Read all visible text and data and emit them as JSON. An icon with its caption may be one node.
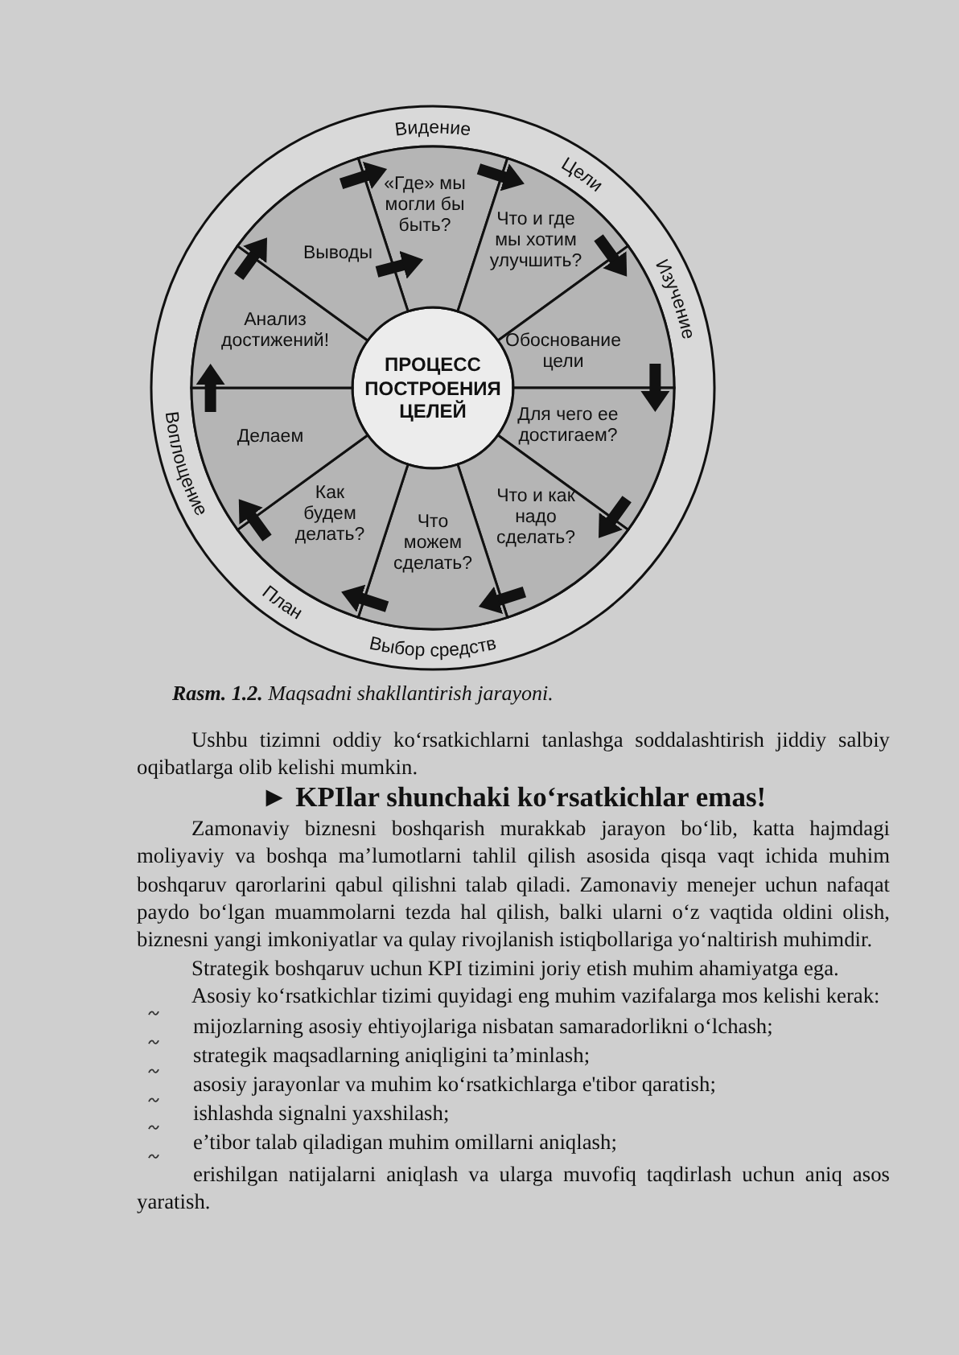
{
  "diagram": {
    "caption": "**Rasm. 1.2.** Maqsadni shakllantirish jarayoni.",
    "nodes": [
      {
        "text": [
          "ПРОЦЕСС ПОСТРОЕНИЯ ЦЕЛЕЙ"
        ]
      },
      {
        "text": [
          "«Где» мы могли бы быть?"
        ]
      },
      {
        "text": [
          "Что и где мы хотим улучшить?"
        ]
      },
      {
        "text": [
          "Обоснование цели"
        ]
      },
      {
        "text": [
          "Для чего ее достигаем?"
        ]
      },
      {
        "text": [
          "Что и как надо сделать?"
        ]
      },
      {
        "text": [
          "Что можем сделать?"
        ]
      },
      {
        "text": [
          "Как будем делать?"
        ]
      },
      {
        "text": [
          "Делаем"
        ]
      },
      {
        "text": [
          "Анализ достижений!"
        ]
      },
      {
        "text": [
          "Выводы"
        ]
      }
    ],
    "edges": [
      {
        "from": 10,
        "to": 1,
        "arrow": "to"
      },
      {
        "from": 10,
        "to": 1,
        "arrow": "to"
      },
      {
        "from": 1,
        "to": 2,
        "arrow": "to"
      },
      {
        "from": 2,
        "to": 3,
        "arrow": "to"
      },
      {
        "from": 3,
        "to": 4,
        "arrow": "to"
      },
      {
        "from": 4,
        "to": 5,
        "arrow": "to"
      },
      {
        "from": 5,
        "to": 6,
        "arrow": "to"
      },
      {
        "from": 6,
        "to": 7,
        "arrow": "to"
      },
      {
        "from": 7,
        "to": 8,
        "arrow": "to"
      },
      {
        "from": 8,
        "to": 9,
        "arrow": "to"
      },
      {
        "from": 9,
        "to": 10,
        "arrow": "to"
      }
    ],
    "labels": [
      "Видение",
      "Цели",
      "Изучение",
      "Воплощение",
      "План",
      "Выбор средств",
      "Ushbu tizimni oddiy ko‘rsatkichlarni tanlashga soddalashtirish jiddiy salbiy oqibatlarga olib kelishi mumkin.",
      "► KPIlar shunchaki ko‘rsatkichlar emas!",
      "Zamonaviy biznesni boshqarish murakkab jarayon bo‘lib, katta hajmdagi moliyaviy va boshqa ma’lumotlarni tahlil qilish asosida qisqa vaqt ichida muhim boshqaruv qarorlarini qabul qilishni talab qiladi. Zamonaviy menejer uchun nafaqat paydo bo‘lgan muammolarni tezda hal qilish, balki ularni o‘z vaqtida oldini olish, biznesni yangi imkoniyatlar va qulay rivojlanish istiqbollariga yo‘naltirish muhimdir.",
      "Strategik boshqaruv uchun KPI tizimini joriy etish muhim ahamiyatga ega.",
      "Asosiy ko‘rsatkichlar tizimi quyidagi eng muhim vazifalarga mos kelishi kerak:",
      "mijozlarning asosiy ehtiyojlariga nisbatan samaradorlikni o‘lchash;",
      "strategik maqsadlarning aniqligini ta’minlash;",
      "asosiy jarayonlar va muhim ko‘rsatkichlarga e'tibor qaratish;",
      "ishlashda signalni yaxshilash;",
      "e’tibor talab qiladigan muhim omillarni aniqlash;",
      "erishilgan natijalarni aniqlash va ularga muvofiq taqdirlash uchun aniq asos yaratish."
    ]
  }
}
